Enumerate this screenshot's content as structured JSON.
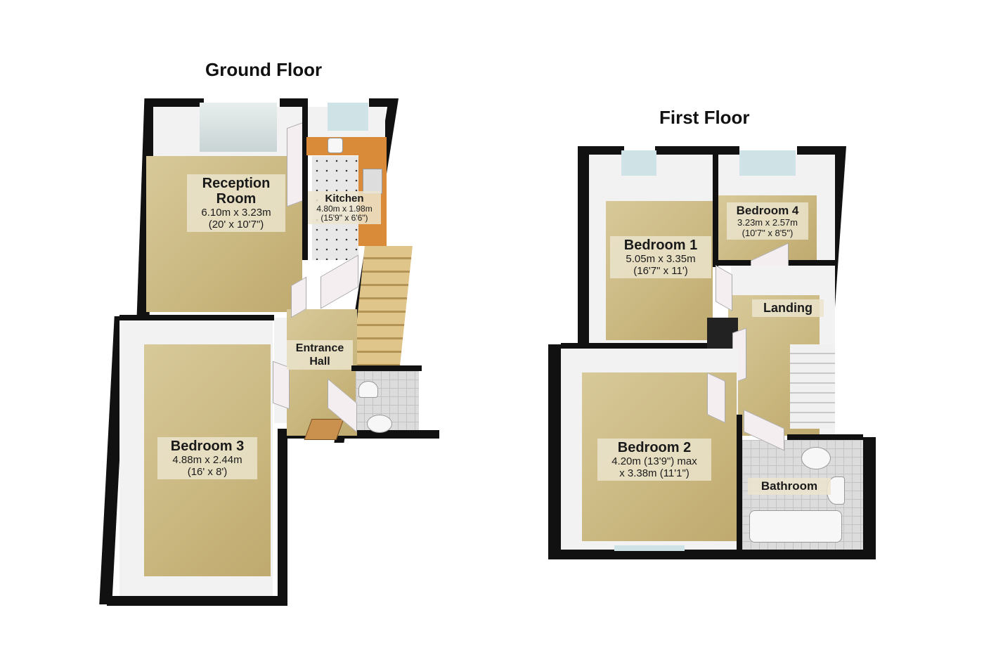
{
  "floors": [
    {
      "title": "Ground Floor",
      "rooms": [
        {
          "name": "Reception Room",
          "name_line1": "Reception",
          "name_line2": "Room",
          "metric": "6.10m x 3.23m",
          "imperial": "(20' x 10'7\")"
        },
        {
          "name": "Kitchen",
          "metric": "4.80m x 1.98m",
          "imperial": "(15'9\" x 6'6\")"
        },
        {
          "name": "Entrance Hall",
          "name_line1": "Entrance",
          "name_line2": "Hall"
        },
        {
          "name": "Bedroom 3",
          "metric": "4.88m x 2.44m",
          "imperial": "(16' x 8')"
        }
      ]
    },
    {
      "title": "First Floor",
      "rooms": [
        {
          "name": "Bedroom 1",
          "metric": "5.05m x 3.35m",
          "imperial": "(16'7\" x 11')"
        },
        {
          "name": "Bedroom 4",
          "metric": "3.23m x 2.57m",
          "imperial": "(10'7\" x 8'5\")"
        },
        {
          "name": "Landing"
        },
        {
          "name": "Bedroom 2",
          "metric": "4.20m (13'9\") max",
          "imperial": "x 3.38m (11'1\")"
        },
        {
          "name": "Bathroom"
        }
      ]
    }
  ]
}
